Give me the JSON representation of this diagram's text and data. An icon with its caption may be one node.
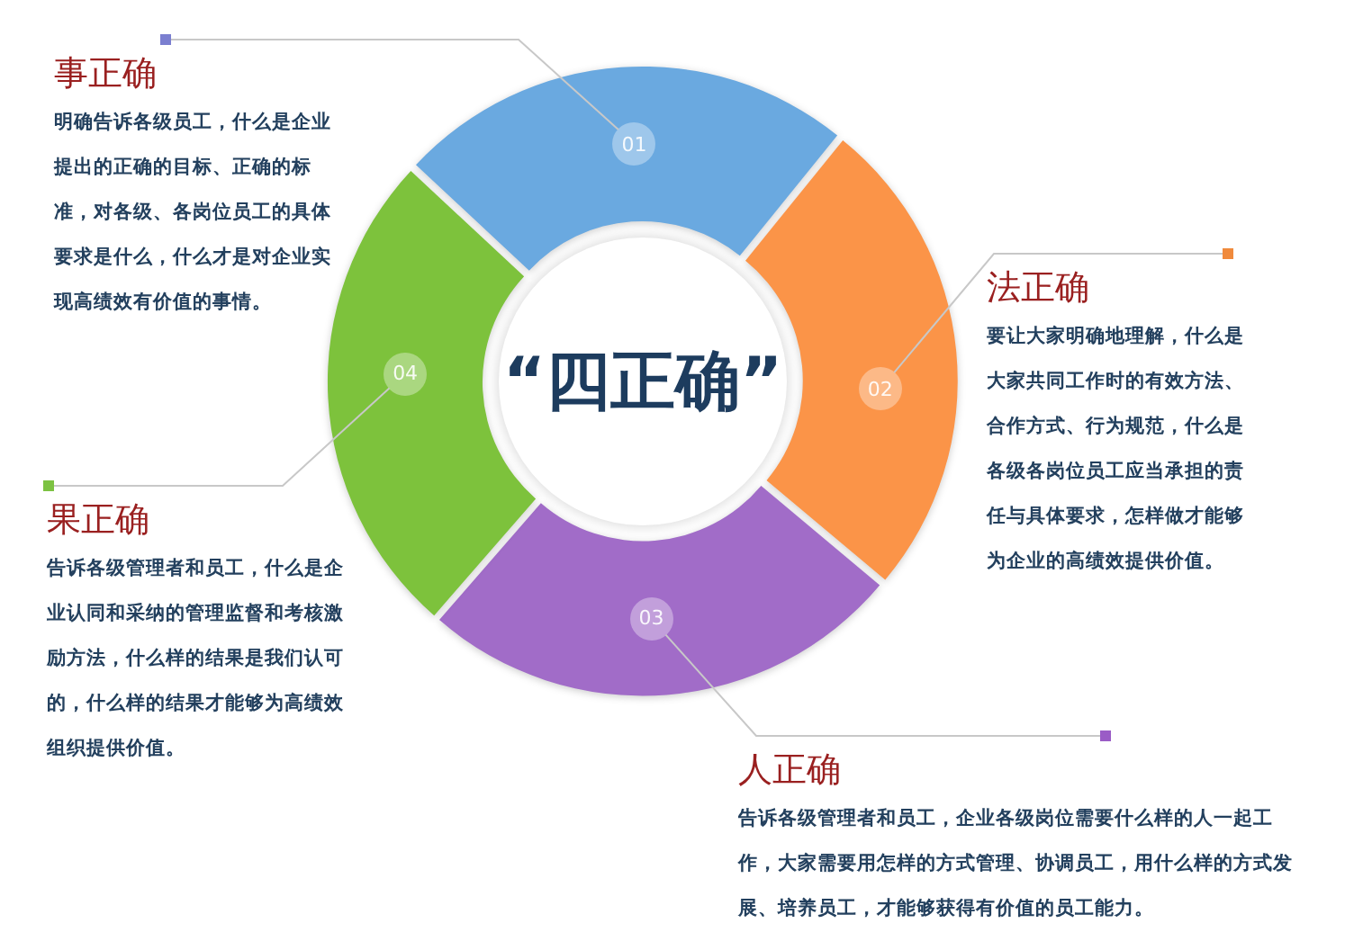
{
  "diagram": {
    "nodes": [
      {
        "text": [
          "“四正确”"
        ]
      },
      {
        "text": [
          "01"
        ]
      },
      {
        "text": [
          "02"
        ]
      },
      {
        "text": [
          "03"
        ]
      },
      {
        "text": [
          "04"
        ]
      },
      {
        "text": [
          "事正确",
          "明确告诉各级员工，什么是企业提出的正确的目标、正确的标准，对各级、各岗位员工的具体要求是什么，什么才是对企业实现高绩效有价值的事情。"
        ]
      },
      {
        "text": [
          "法正确",
          "要让大家明确地理解，什么是大家共同工作时的有效方法、合作方式、行为规范，什么是各级各岗位员工应当承担的责任与具体要求，怎样做才能够为企业的高绩效提供价值。"
        ]
      },
      {
        "text": [
          "人正确",
          "告诉各级管理者和员工，企业各级岗位需要什么样的人一起工作，大家需要用怎样的方式管理、协调员工，用什么样的方式发展、培养员工，才能够获得有价值的员工能力。"
        ]
      },
      {
        "text": [
          "果正确",
          "告诉各级管理者和员工，什么是企业认同和采纳的管理监督和考核激励方法，什么样的结果是我们认可的，什么样的结果才能够为高绩效组织提供价值。"
        ]
      }
    ],
    "edges": [
      {
        "from": 1,
        "to": 5,
        "arrow": "other"
      },
      {
        "from": 2,
        "to": 6,
        "arrow": "other"
      },
      {
        "from": 3,
        "to": 7,
        "arrow": "other"
      },
      {
        "from": 4,
        "to": 8,
        "arrow": "other"
      }
    ]
  }
}
